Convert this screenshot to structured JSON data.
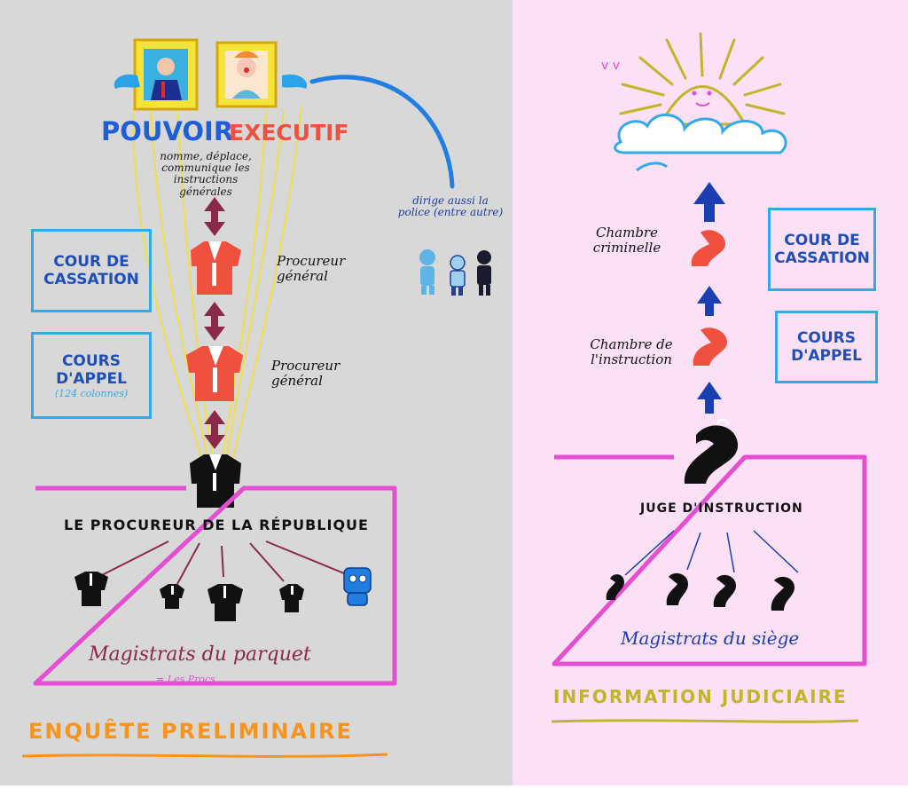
{
  "left": {
    "header": {
      "pouvoir": "POUVOIR",
      "executif": "EXECUTIF"
    },
    "executive_note": "nomme, déplace, communique les instructions générales",
    "police_note": "dirige aussi la police (entre autre)",
    "roles": {
      "upper": "Procureur général",
      "lower": "Procureur général"
    },
    "courts": {
      "cassation": "COUR DE CASSATION",
      "appel": "COURS D'APPEL",
      "appel_note": "(124 colonnes)"
    },
    "box_title": "LE PROCUREUR DE LA RÉPUBLIQUE",
    "magistrates": "Magistrats du parquet",
    "magistrates_note": "= Les Procs",
    "footer": "ENQUÊTE PRELIMINAIRE"
  },
  "right": {
    "roles": {
      "upper": "Chambre criminelle",
      "lower": "Chambre de l'instruction"
    },
    "courts": {
      "cassation": "COUR DE CASSATION",
      "appel": "COURS D'APPEL"
    },
    "box_title": "JUGE D'INSTRUCTION",
    "magistrates": "Magistrats du siège",
    "footer": "INFORMATION JUDICIAIRE"
  },
  "colors": {
    "left_bg": "#d8d8d8",
    "right_bg": "#fbe0f6",
    "magenta": "#e34fd0",
    "orange": "#f7941d",
    "olive": "#c2b52a",
    "blue": "#1f5fd6",
    "red": "#f0503e",
    "maroon": "#8a2a48",
    "yellow": "#f2e04a"
  }
}
